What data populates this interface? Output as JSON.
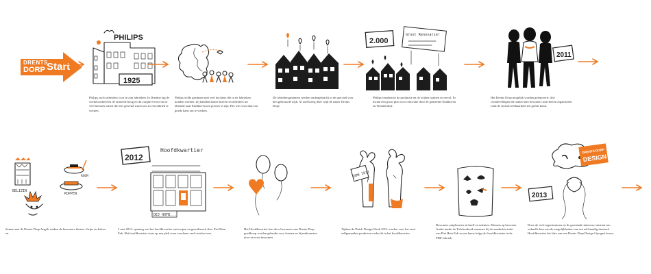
{
  "colors": {
    "accent": "#f07a22",
    "ink": "#222222",
    "paper": "#ffffff"
  },
  "start": {
    "line1": "DRENTS",
    "line2": "DORP",
    "label": "Start"
  },
  "row1": [
    {
      "id": "philips",
      "labels": [
        "PHILIPS",
        "1925"
      ],
      "caption": "Philips zocht arbeiders voor in zijn fabrieken. In Drenthe lag de werkeloosheid en de armoede hoog en dit zorgde ervoor dat er veel mensen waren die niet gewend waren om in een fabriek te werken."
    },
    {
      "id": "map",
      "labels": [],
      "caption": "Philips wilde gezinnen met veel dochters die in de fabrieken konden werken. Zij haalden kleine boeren en arbeiders uit Drenthe naar Eindhoven om precies te zijn. Het was voor hun een goede kans om te werken."
    },
    {
      "id": "houses",
      "labels": [],
      "caption": "De arbeidersgezinnen werden ondergebracht in de speciaal voor hen gebouwde wijk. Al snel kreeg deze wijk de naam 'Drents Dorp'."
    },
    {
      "id": "closure",
      "labels": [
        "2.000",
        "Groot Renovatie!"
      ],
      "caption": "Philips verplaatste de productie en de wijken raakten in verval. Er kwam een groot plan voor renovatie door de gemeente Eindhoven en Woonbedrijf."
    },
    {
      "id": "women",
      "labels": [
        "2011"
      ],
      "caption": "Het Drents Dorp mogelijk worden gelanceerd: drie creatievelingen die samen met bewoners activiteiten organiseren rond de sociale leefbaarheid ten goede komt."
    }
  ],
  "row2": [
    {
      "id": "angels",
      "labels": [
        "BELIZIN",
        "KOPPEN",
        "ROOM"
      ],
      "caption": "Samen met de Drents Dorp Angels maken de bewoners theater. Strips en koken en."
    },
    {
      "id": "hq",
      "labels": [
        "2012",
        "Hoofdkwartier",
        "DEJ HOFB..."
      ],
      "caption": "2 mei 2012: opening van het hoofdkwartier ontworpen en gerealiseerd door Piet Hein Eek. Het hoofdkwartier staat op een plek waar voorheen veel overlast was."
    },
    {
      "id": "balloons",
      "labels": [],
      "caption": "Het Hoofdkwartier kan door bewoners van Drents Dorp goedkoop worden gebruikt voor feesten en bijeenkomsten door en voor bewoners."
    },
    {
      "id": "dogs",
      "labels": [
        "DDW 2012"
      ],
      "caption": "Tijdens de Dutch Design Week 2012 worden voor het eerst zelfgemaakte producten verkocht in het hoofdkwartier."
    },
    {
      "id": "poster",
      "labels": [],
      "caption": "Bewoners ontploosten zichzelf en talenten. Mensen op bewoner André maakt de Tafeleenheid waarmee bij de aandachte teekt van Piet Hein Eek en om bauw krijgt als hoofdkwartier in de PHE-fabriek."
    },
    {
      "id": "future",
      "labels": [
        "DRENTS DORP",
        "DESIGN",
        "2013"
      ],
      "caption": "Door de veel-organisatoren en de groeiende interesse ontstaat een ooknelle hier aan de mogelijkheden van een zelfstandig drentsed Hoofdkwartier het idee van een Drents Dorp Design Lijn gaat leven."
    }
  ]
}
